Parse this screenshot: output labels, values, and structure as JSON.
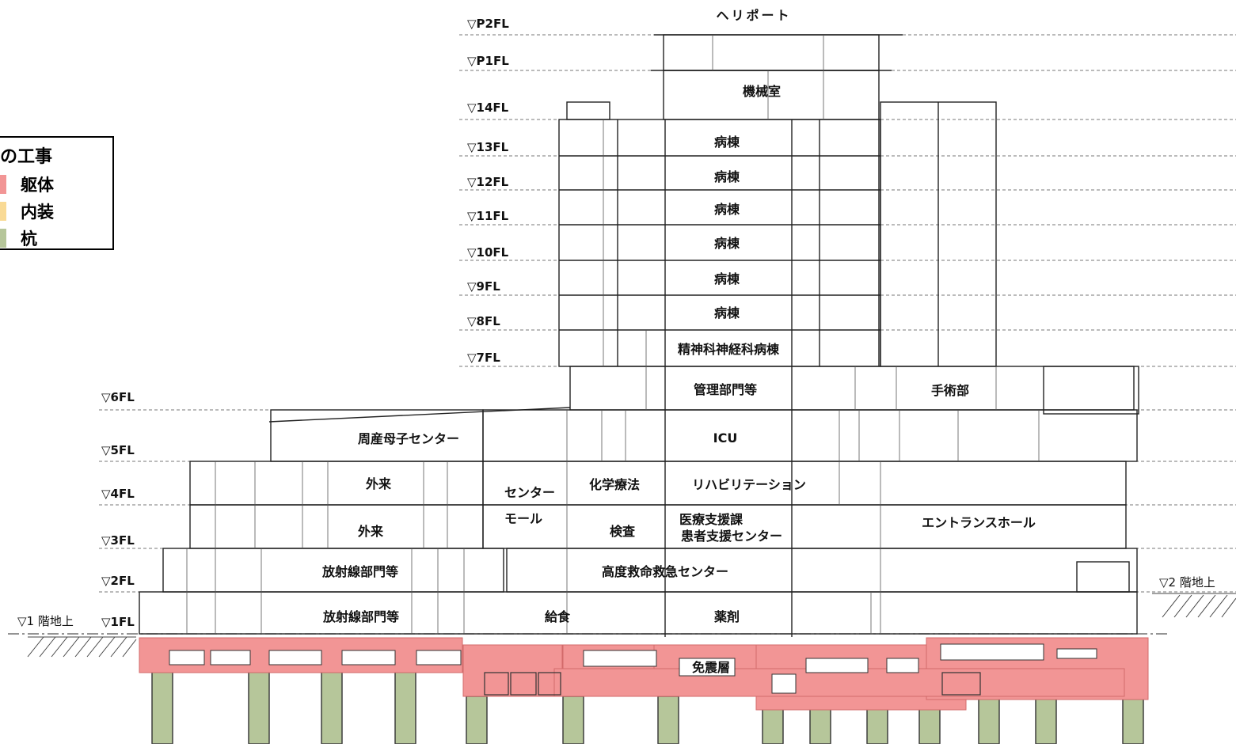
{
  "legend": {
    "title": "中の工事",
    "items": [
      {
        "label": "躯体",
        "color": "#f29595"
      },
      {
        "label": "内装",
        "color": "#f9da95"
      },
      {
        "label": "杭",
        "color": "#b6c69a"
      }
    ]
  },
  "levels": {
    "p2": "▽P2FL",
    "p1": "▽P1FL",
    "f14": "▽14FL",
    "f13": "▽13FL",
    "f12": "▽12FL",
    "f11": "▽11FL",
    "f10": "▽10FL",
    "f9": "▽9FL",
    "f8": "▽8FL",
    "f7": "▽7FL",
    "f6": "▽6FL",
    "f5": "▽5FL",
    "f4": "▽4FL",
    "f3": "▽3FL",
    "f2": "▽2FL",
    "f1": "▽1FL"
  },
  "ground": {
    "ground1": "▽1 階地上",
    "ground2": "▽2 階地上"
  },
  "rooms": {
    "heliport": "ヘリポート",
    "machine": "機械室",
    "ward13": "病棟",
    "ward12": "病棟",
    "ward11": "病棟",
    "ward10": "病棟",
    "ward9": "病棟",
    "ward8": "病棟",
    "psych": "精神科神経科病棟",
    "admin": "管理部門等",
    "surgery": "手術部",
    "icu": "ICU",
    "perinatal": "周産母子センター",
    "outpatient4": "外来",
    "outpatient3": "外来",
    "center": "センター",
    "mall": "モール",
    "chemo": "化学療法",
    "rehab": "リハビリテーション",
    "exam": "検査",
    "medsupport1": "医療支援課",
    "medsupport2": "患者支援センター",
    "entrance": "エントランスホール",
    "radiology2": "放射線部門等",
    "emergency": "高度救命救急センター",
    "radiology1": "放射線部門等",
    "kitchen": "給食",
    "pharmacy": "薬剤",
    "isolation": "免震層"
  }
}
